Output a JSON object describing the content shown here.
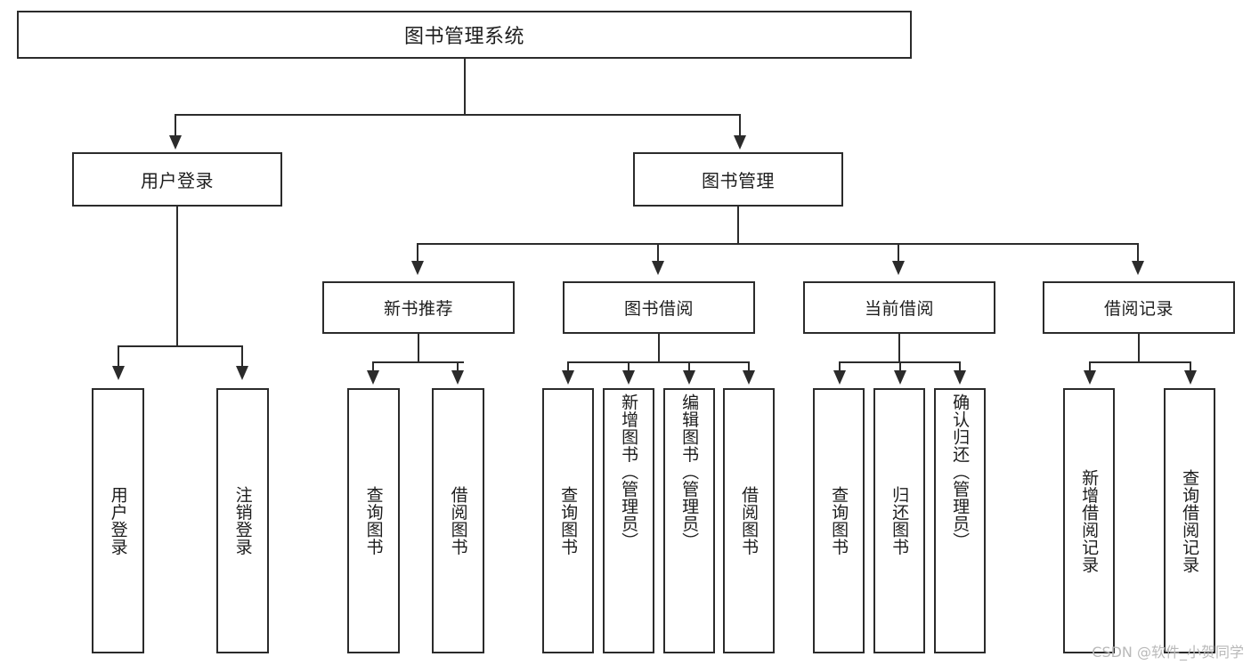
{
  "diagram": {
    "type": "tree-hierarchy",
    "title": "图书管理系统",
    "root": {
      "label": "图书管理系统"
    },
    "level2": [
      {
        "label": "用户登录"
      },
      {
        "label": "图书管理"
      }
    ],
    "level3": [
      {
        "label": "新书推荐"
      },
      {
        "label": "图书借阅"
      },
      {
        "label": "当前借阅"
      },
      {
        "label": "借阅记录"
      }
    ],
    "leaves": {
      "user_login": [
        {
          "label": "用户登录"
        },
        {
          "label": "注销登录"
        }
      ],
      "new_book_recommend": [
        {
          "label": "查询图书"
        },
        {
          "label": "借阅图书"
        }
      ],
      "book_borrow": [
        {
          "label": "查询图书"
        },
        {
          "label": "新增图书（管理员）"
        },
        {
          "label": "编辑图书（管理员）"
        },
        {
          "label": "借阅图书"
        }
      ],
      "current_borrow": [
        {
          "label": "查询图书"
        },
        {
          "label": "归还图书"
        },
        {
          "label": "确认归还（管理员）"
        }
      ],
      "borrow_record": [
        {
          "label": "新增借阅记录"
        },
        {
          "label": "查询借阅记录"
        }
      ]
    }
  },
  "watermark": {
    "text": "CSDN @软件_小贺同学"
  },
  "colors": {
    "stroke": "#2b2b2b",
    "background": "#ffffff",
    "text": "#1d1d1d",
    "watermark": "#b9b9b9"
  }
}
